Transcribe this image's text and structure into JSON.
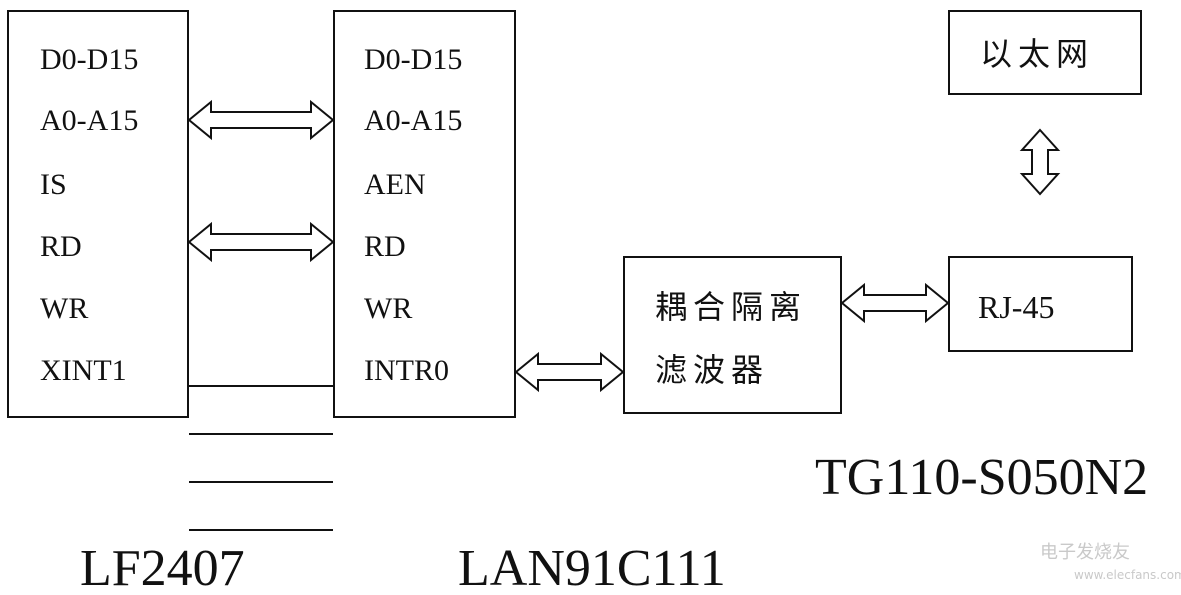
{
  "lf2407": {
    "signals": [
      "D0-D15",
      "A0-A15",
      "IS",
      "RD",
      "WR",
      "XINT1"
    ],
    "caption": "LF2407"
  },
  "lan91c111": {
    "signals": [
      "D0-D15",
      "A0-A15",
      "AEN",
      "RD",
      "WR",
      "INTR0"
    ],
    "caption": "LAN91C111"
  },
  "filter": {
    "line1": "耦合隔离",
    "line2": "滤波器",
    "caption": "TG110-S050N2"
  },
  "rj45": {
    "label": "RJ-45"
  },
  "ethernet": {
    "label": "以太网"
  },
  "watermark": {
    "text": "电子发烧友",
    "sub": "www.elecfans.com"
  },
  "colors": {
    "line": "#111111",
    "background": "#ffffff"
  }
}
